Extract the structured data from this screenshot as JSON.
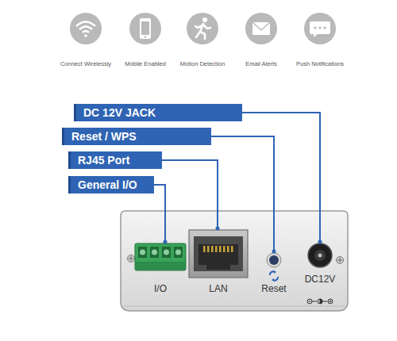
{
  "diagram": {
    "nodes": [
      {
        "text": [
          "DC 12V JACK"
        ]
      },
      {
        "text": [
          "Reset / WPS"
        ]
      },
      {
        "text": [
          "RJ45 Port"
        ]
      },
      {
        "text": [
          "General I/O"
        ]
      }
    ],
    "labels": [
      "Connect Wirelessly",
      "Mobile Enabled",
      "Motion Detection",
      "Email Alerts",
      "Push Notifications",
      "I/O",
      "LAN",
      "Reset",
      "DC12V"
    ]
  }
}
